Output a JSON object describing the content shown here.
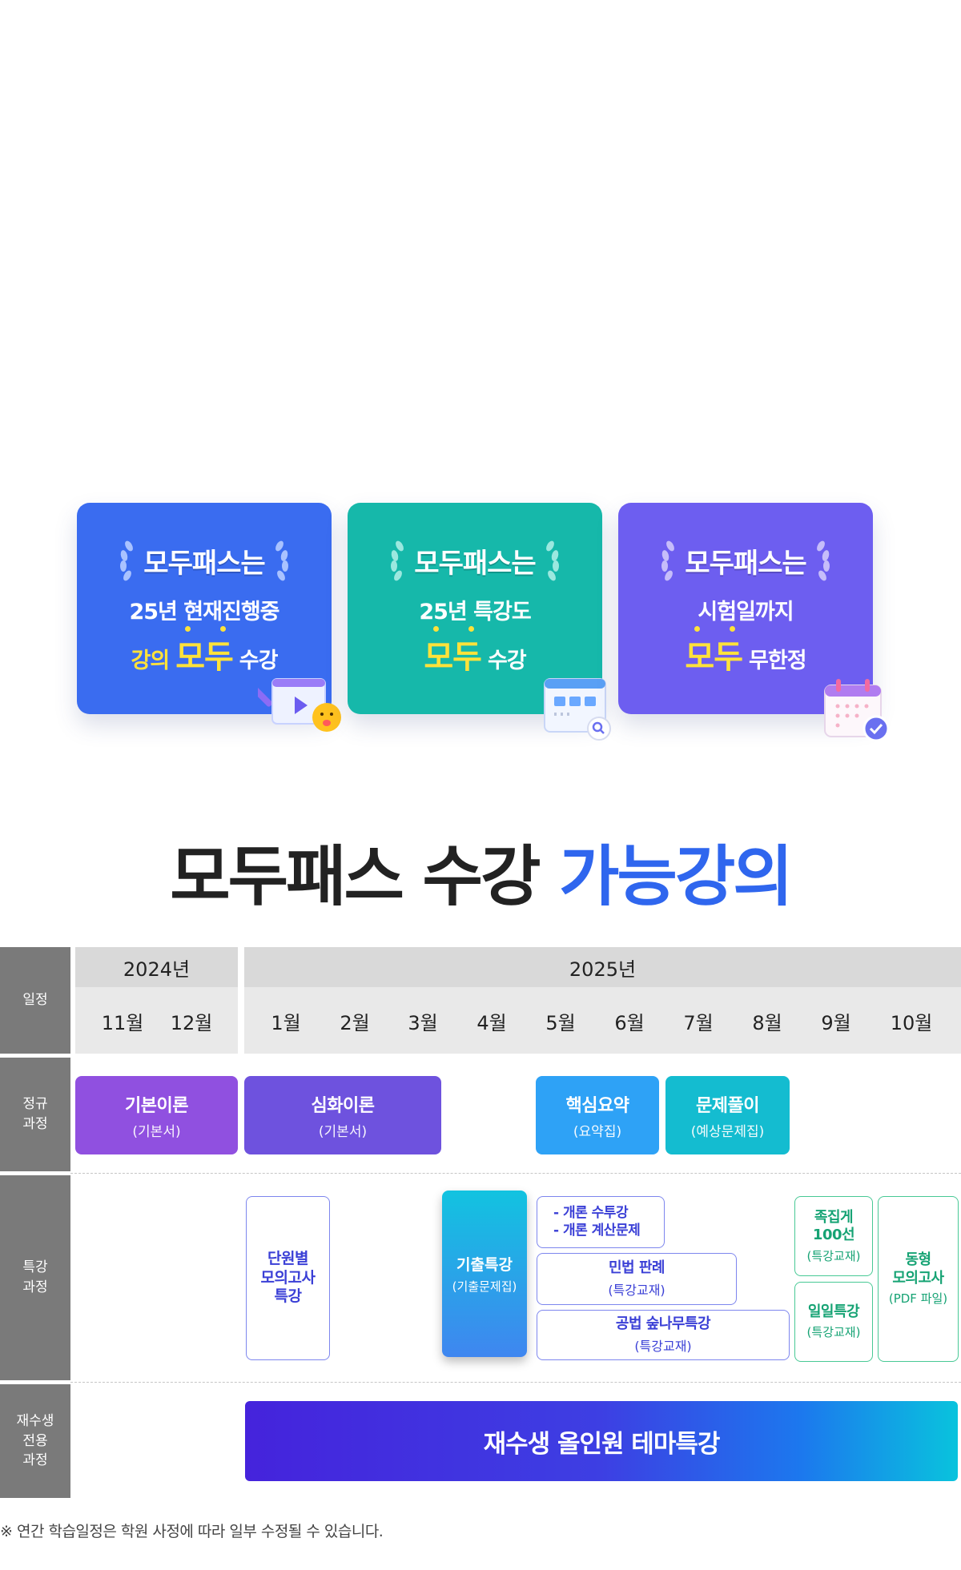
{
  "cards": [
    {
      "title": "모두패스는",
      "line1": "25년 현재진행중",
      "line2_pre": "강의",
      "line2_modu": "모두",
      "line2_post": "수강",
      "color": "#3a6cf0",
      "icon": "video-play-icon"
    },
    {
      "title": "모두패스는",
      "line1": "25년 특강도",
      "line2_pre": "",
      "line2_modu": "모두",
      "line2_post": "수강",
      "color": "#16b8aa",
      "icon": "browser-search-icon"
    },
    {
      "title": "모두패스는",
      "line1": "시험일까지",
      "line2_pre": "",
      "line2_modu": "모두",
      "line2_post": "무한정",
      "color": "#6d5ef0",
      "icon": "calendar-check-icon"
    }
  ],
  "heading": {
    "black": "모두패스 수강 ",
    "blue": "가능강의",
    "blue_color": "#2f66ee"
  },
  "schedule": {
    "row_labels": {
      "schedule": "일정",
      "regular": "정규\n과정",
      "special": "특강\n과정",
      "retake": "재수생\n전용\n과정"
    },
    "years": [
      "2024년",
      "2025년"
    ],
    "months": [
      "11월",
      "12월",
      "1월",
      "2월",
      "3월",
      "4월",
      "5월",
      "6월",
      "7월",
      "8월",
      "9월",
      "10월"
    ],
    "regular": [
      {
        "title": "기본이론",
        "sub": "(기본서)",
        "color": "#9050e0"
      },
      {
        "title": "심화이론",
        "sub": "(기본서)",
        "color": "#6e52de"
      },
      {
        "title": "핵심요약",
        "sub": "(요약집)",
        "color": "#2ea2f6"
      },
      {
        "title": "문제풀이",
        "sub": "(예상문제집)",
        "color": "#14bcd0"
      }
    ],
    "special": {
      "danwon": {
        "title": "단원별\n모의고사\n특강"
      },
      "gichul": {
        "title": "기출특강",
        "sub": "(기출문제집)"
      },
      "gaeron": {
        "line1": "- 개론 수투강",
        "line2": "- 개론 계산문제"
      },
      "minbeop": {
        "title": "민법 판례",
        "sub": "(특강교재)"
      },
      "gongbeop": {
        "title": "공법 숲나무특강",
        "sub": "(특강교재)"
      },
      "jokjipge": {
        "title": "족집게\n100선",
        "sub": "(특강교재)"
      },
      "iril": {
        "title": "일일특강",
        "sub": "(특강교재)"
      },
      "donghyeong": {
        "title": "동형\n모의고사",
        "sub": "(PDF 파일)"
      }
    },
    "retake": {
      "title": "재수생 올인원 테마특강"
    }
  },
  "note": "※ 연간 학습일정은 학원 사정에 따라 일부 수정될 수 있습니다."
}
